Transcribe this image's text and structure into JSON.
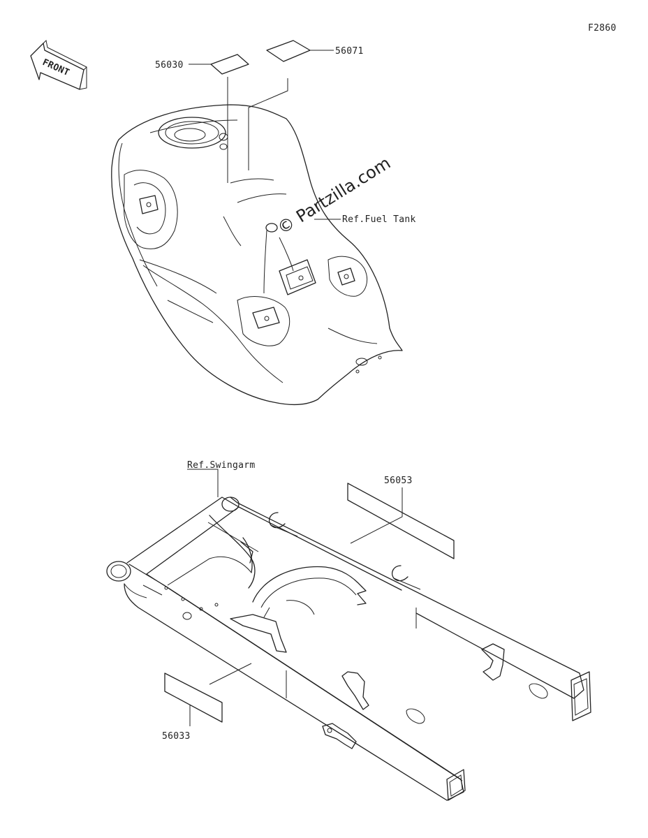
{
  "diagram_code": "F2860",
  "front_badge": "FRONT",
  "watermark": "© Partzilla.com",
  "parts": [
    {
      "id": "p56030",
      "number": "56030"
    },
    {
      "id": "p56071",
      "number": "56071"
    },
    {
      "id": "p56053",
      "number": "56053"
    },
    {
      "id": "p56033",
      "number": "56033"
    }
  ],
  "references": {
    "fuel_tank": "Ref.Fuel Tank",
    "swingarm": "Ref.Swingarm"
  },
  "colors": {
    "line": "#222222",
    "background": "#ffffff"
  }
}
